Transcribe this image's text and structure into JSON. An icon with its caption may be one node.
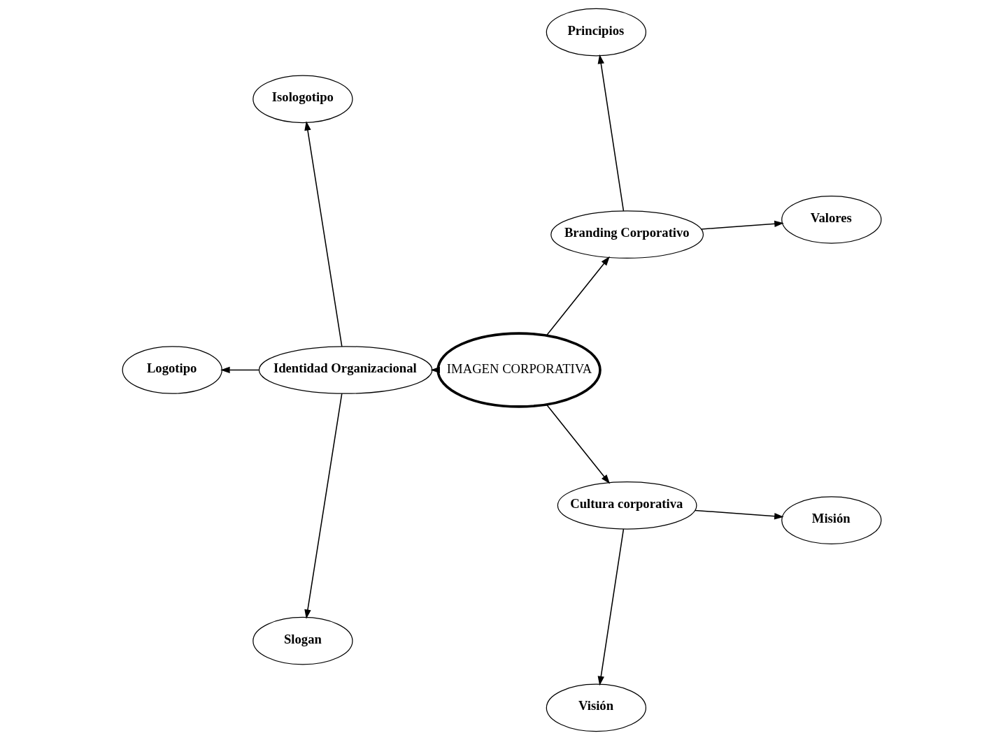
{
  "diagram": {
    "nodes": [
      {
        "text": [
          "Valores"
        ]
      },
      {
        "text": [
          "Principios"
        ]
      },
      {
        "text": [
          "Branding Corporativo"
        ]
      },
      {
        "text": [
          "Isologotipo"
        ]
      },
      {
        "text": [
          "Visión"
        ]
      },
      {
        "text": [
          "IMAGEN CORPORATIVA"
        ]
      },
      {
        "text": [
          "Identidad Organizacional"
        ]
      },
      {
        "text": [
          "Cultura corporativa"
        ]
      },
      {
        "text": [
          "Logotipo"
        ]
      },
      {
        "text": [
          "Slogan"
        ]
      },
      {
        "text": [
          "Misión"
        ]
      }
    ],
    "edges": [
      {
        "from": 5,
        "to": 2,
        "arrow": "to"
      },
      {
        "from": 2,
        "to": 1,
        "arrow": "to"
      },
      {
        "from": 2,
        "to": 0,
        "arrow": "to"
      },
      {
        "from": 5,
        "to": 6,
        "arrow": "to"
      },
      {
        "from": 6,
        "to": 3,
        "arrow": "to"
      },
      {
        "from": 6,
        "to": 8,
        "arrow": "to"
      },
      {
        "from": 6,
        "to": 9,
        "arrow": "to"
      },
      {
        "from": 5,
        "to": 7,
        "arrow": "to"
      },
      {
        "from": 7,
        "to": 4,
        "arrow": "to"
      },
      {
        "from": 7,
        "to": 10,
        "arrow": "to"
      }
    ]
  }
}
